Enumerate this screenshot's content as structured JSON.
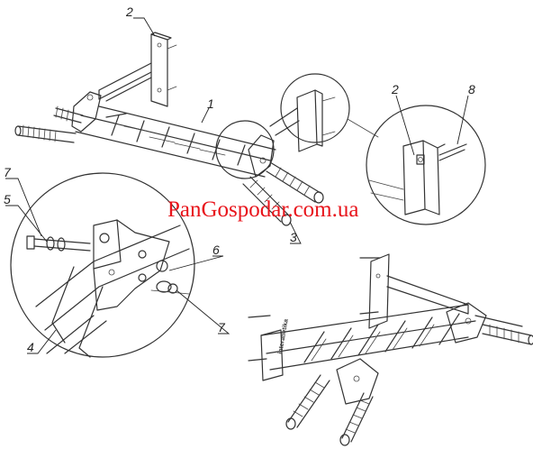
{
  "diagram": {
    "callouts": [
      {
        "id": "callout-2-top",
        "text": "2"
      },
      {
        "id": "callout-1",
        "text": "1"
      },
      {
        "id": "callout-2-detail",
        "text": "2"
      },
      {
        "id": "callout-8",
        "text": "8"
      },
      {
        "id": "callout-7-left",
        "text": "7"
      },
      {
        "id": "callout-5",
        "text": "5"
      },
      {
        "id": "callout-6",
        "text": "6"
      },
      {
        "id": "callout-3",
        "text": "3"
      },
      {
        "id": "callout-7-bottom",
        "text": "7"
      },
      {
        "id": "callout-4",
        "text": "4"
      }
    ],
    "watermark": "PanGospodar.com.ua",
    "brand_label": "interatletika"
  }
}
